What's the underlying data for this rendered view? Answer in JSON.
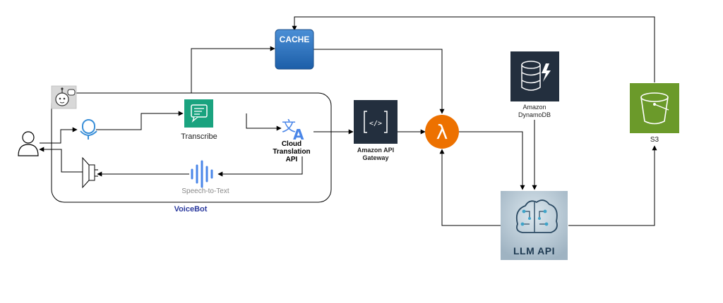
{
  "nodes": {
    "cache": "CACHE",
    "transcribe": "Transcribe",
    "translation": "Cloud Translation API",
    "speech_to_text": "Speech-to-Text",
    "voicebot": "VoiceBot",
    "api_gateway": "Amazon API Gateway",
    "dynamodb": "Amazon DynamoDB",
    "s3": "S3",
    "llm_api": "LLM API"
  },
  "icons": {
    "user": "user-icon",
    "bot": "bot-icon",
    "microphone": "microphone-icon",
    "speaker": "speaker-icon",
    "transcribe": "transcribe-icon",
    "translate": "translate-icon",
    "soundwave": "soundwave-icon",
    "api_gateway": "api-gateway-icon",
    "lambda": "lambda-icon",
    "dynamodb": "dynamodb-icon",
    "s3": "s3-bucket-icon",
    "llm": "brain-chip-icon"
  },
  "colors": {
    "cache": "#2a6fb8",
    "transcribe": "#1aa37f",
    "translate": "#4a86e8",
    "api_gateway": "#232f3e",
    "lambda": "#ed7100",
    "dynamodb": "#232f3e",
    "s3": "#6b9a2a",
    "voicebot_label": "#2b3a9e",
    "mic": "#3a8fd8"
  }
}
